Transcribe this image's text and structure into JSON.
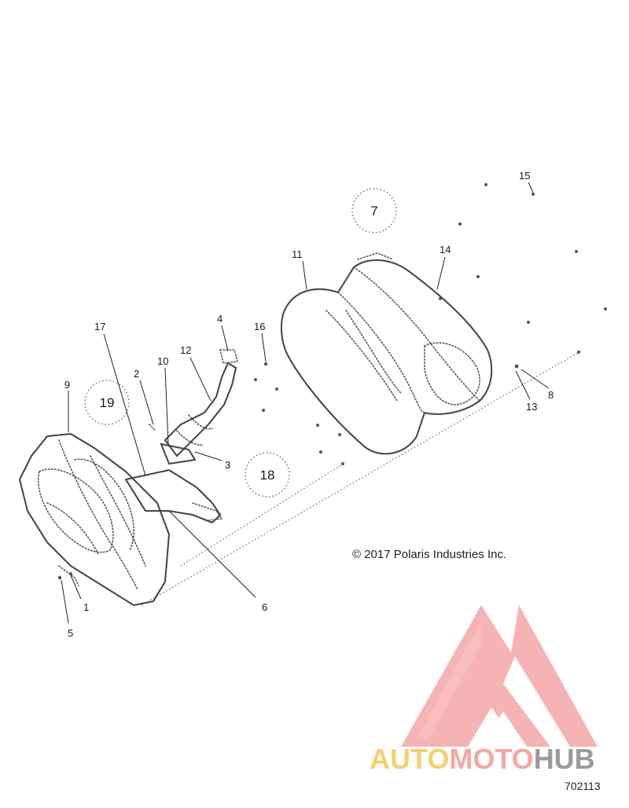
{
  "callouts": [
    "1",
    "2",
    "3",
    "4",
    "5",
    "6",
    "8",
    "9",
    "10",
    "11",
    "12",
    "13",
    "14",
    "15",
    "16",
    "17"
  ],
  "circled_refs": [
    "7",
    "18",
    "19"
  ],
  "copyright": "© 2017 Polaris Industries Inc.",
  "drawing_number": "702113",
  "watermark": {
    "part1": "AUTO",
    "part2": "MOTO",
    "part3": "HUB",
    "colors": {
      "part1": "#f7cf70",
      "part2": "#f4a8a6",
      "part3": "#9b9b9b",
      "logo": "#f4a8a6"
    }
  }
}
